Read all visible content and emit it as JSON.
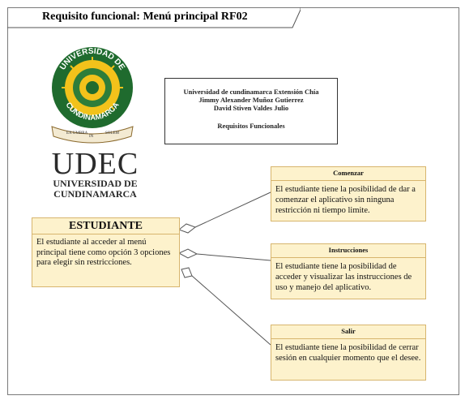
{
  "diagram": {
    "title": "Requisito funcional: Menú principal RF02",
    "info_box": {
      "line1": "Universidad de cundinamarca Extensión Chía",
      "line2": "Jimmy Alexander Muñoz Gutierrez",
      "line3": "David Stiven Valdes Julio",
      "line4": "Requisitos Funcionales"
    },
    "logo": {
      "top_text": "UNIVERSIDAD DE",
      "bottom_text": "CUNDINAMARCA",
      "ribbon_left": "EX UMBRA",
      "ribbon_mid": "IN",
      "ribbon_right": "SOLEM",
      "wordmark": "UDEC",
      "wordmark_line1": "UNIVERSIDAD DE",
      "wordmark_line2": "CUNDINAMARCA"
    },
    "actor": {
      "title": "ESTUDIANTE",
      "text": "El estudiante al acceder al menú principal tiene como opción 3 opciones para elegir sin restricciones."
    },
    "options": [
      {
        "title": "Comenzar",
        "text": "El estudiante tiene la posibilidad de dar a comenzar el aplicativo sin ninguna restricción ni tiempo limite."
      },
      {
        "title": "Instrucciones",
        "text": "El estudiante tiene la posibilidad de acceder y visualizar las instrucciones de uso y manejo del aplicativo."
      },
      {
        "title": "Salir",
        "text": "El estudiante tiene la posibilidad de cerrar sesión en cualquier momento que el desee."
      }
    ],
    "colors": {
      "box_fill": "#fdf2cc",
      "box_border": "#d7b56d",
      "logo_green": "#1f6b2e",
      "logo_yellow": "#f2c21b"
    }
  }
}
